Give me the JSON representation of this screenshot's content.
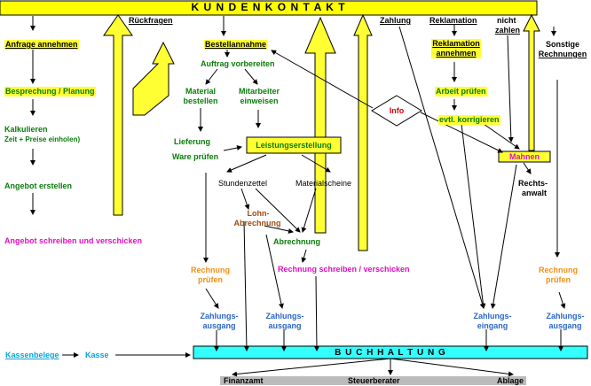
{
  "header": {
    "title": "K U N D E N K O N T A K T"
  },
  "bottom_bar": {
    "title": "B U C H H A L T U N G"
  },
  "footer": {
    "finanzamt": "Finanzamt",
    "steuerberater": "Steuerberater",
    "ablage": "Ablage"
  },
  "col_left": {
    "anfrage": "Anfrage annehmen",
    "besprechung": "Besprechung / Planung",
    "kalk1": "Kalkulieren",
    "kalk2": "Zeit + Preise einholen)",
    "angebot_erstellen": "Angebot erstellen",
    "angebot_schreiben": "Angebot schreiben und verschicken"
  },
  "rueckfragen": "Rückfragen",
  "col_mid": {
    "bestellannahme": "Bestellannahme",
    "auftrag": "Auftrag vorbereiten",
    "material1": "Material",
    "material2": "bestellen",
    "mitarbeiter1": "Mitarbeiter",
    "mitarbeiter2": "einweisen",
    "leistung": "Leistungserstellung",
    "lieferung": "Lieferung",
    "ware": "Ware prüfen",
    "stundenzettel": "Stundenzettel",
    "materialscheine": "Materialscheine",
    "lohn1": "Lohn-",
    "lohn2": "Abrechnung",
    "abrechnung": "Abrechnung",
    "rechnung_schreiben": "Rechnung schreiben / verschicken",
    "rp1": "Rechnung",
    "rp2": "prüfen",
    "za1_1": "Zahlungs-",
    "za1_2": "ausgang",
    "za2_1": "Zahlungs-",
    "za2_2": "ausgang"
  },
  "col_right": {
    "zahlung": "Zahlung",
    "reklamation": "Reklamation",
    "rekl_ann1": "Reklamation",
    "rekl_ann2": "annehmen",
    "nicht": "nicht",
    "zahlen": "zahlen",
    "sonstige": "Sonstige",
    "rechnungen": "Rechnungen",
    "arbeit": "Arbeit prüfen",
    "korrigieren": "evtl. korrigieren",
    "info": "Info",
    "mahnen": "Mahnen",
    "rechts1": "Rechts-",
    "rechts2": "anwalt",
    "ze1": "Zahlungs-",
    "ze2": "eingang",
    "rp3": "Rechnung",
    "rp4": "prüfen",
    "za3_1": "Zahlungs-",
    "za3_2": "ausgang"
  },
  "kasse": {
    "belege": "Kassenbelege",
    "kasse": "Kasse"
  }
}
